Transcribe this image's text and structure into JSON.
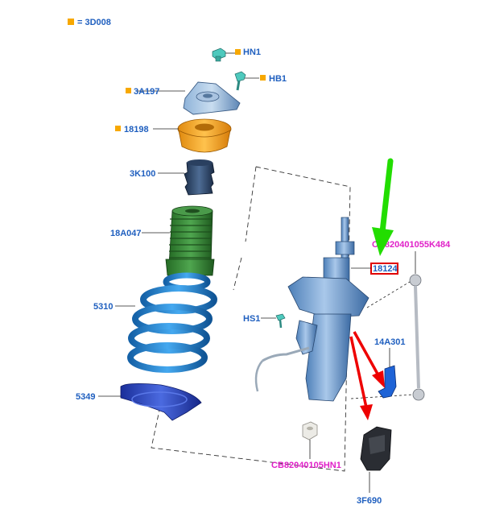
{
  "legend": {
    "swatch_color": "#f7a800",
    "text": "= 3D008"
  },
  "labels": {
    "hn1": "HN1",
    "hb1": "HB1",
    "a3a197": "3A197",
    "a18198": "18198",
    "a3k100": "3K100",
    "a18a047": "18A047",
    "a5310": "5310",
    "a5349": "5349",
    "a18124": "18124",
    "ab820401055k484": "CB820401055K484",
    "hs1": "HS1",
    "a14a301": "14A301",
    "cb82040105hn1": "CB82040105HN1",
    "a3f690": "3F690"
  },
  "colors": {
    "label_blue": "#1f5fbf",
    "label_magenta": "#e020c8",
    "highlight_box": "#e00000",
    "green_arrow": "#22dd00",
    "red_arrow": "#ee0000",
    "bearing_orange": "#f4a21e",
    "boot_green": "#3a8a3a",
    "spring_blue": "#1e7fc8",
    "seat_blue": "#1f3fb0"
  }
}
